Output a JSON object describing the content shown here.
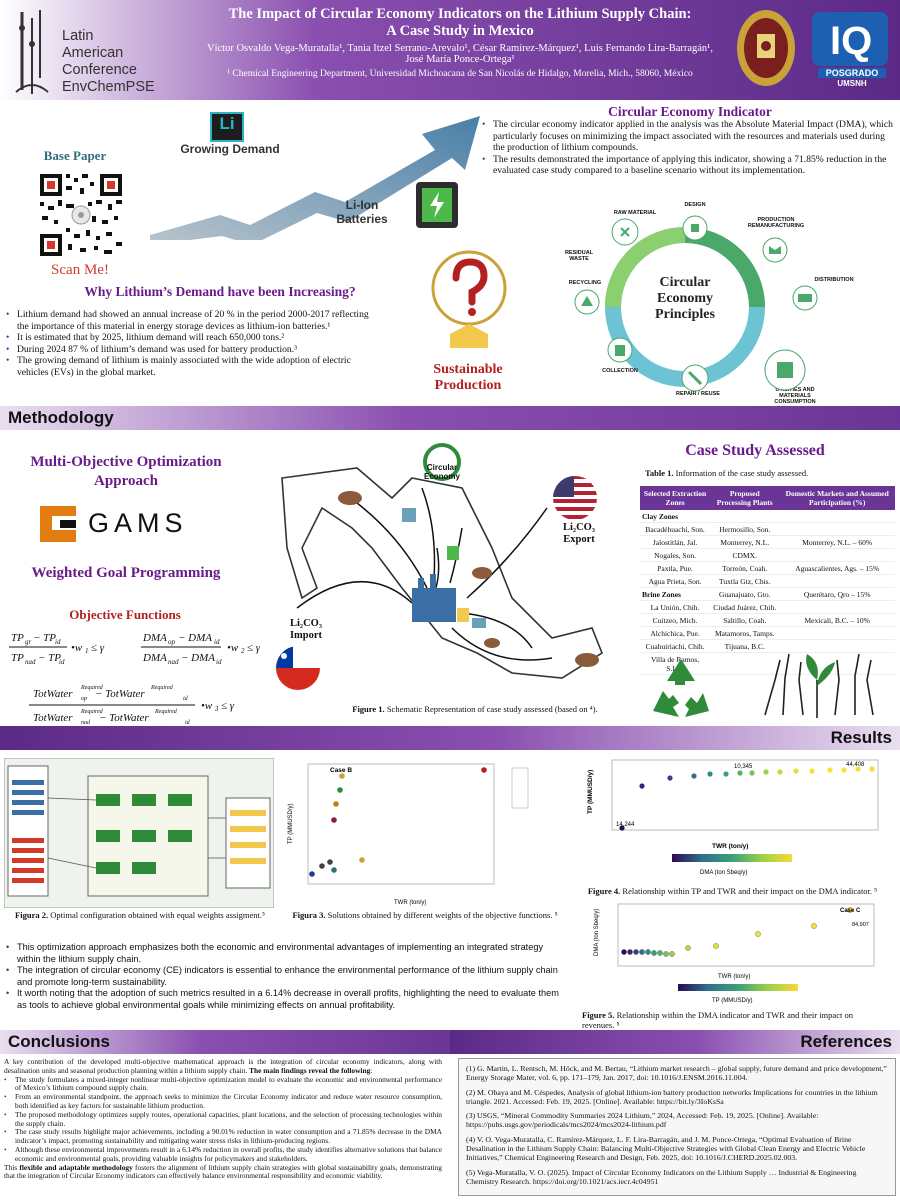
{
  "header": {
    "logo_lines": [
      "Latin",
      "American",
      "Conference",
      "EnvChemPSE"
    ],
    "title_line1": "The Impact of Circular Economy Indicators on the Lithium Supply Chain:",
    "title_line2": "A Case Study in Mexico",
    "authors_line1": "Víctor Osvaldo Vega-Muratalla¹, Tania Itzel Serrano-Arevalo¹, César Ramírez-Márquez¹, Luis Fernando Lira-Barragán¹,",
    "authors_line2": "José María Ponce-Ortega¹",
    "affiliation": "¹ Chemical Engineering Department, Universidad Michoacana de San Nicolás de Hidalgo, Morelia, Mich., 58060, México",
    "posgrado_text": "POSGRADO",
    "umsnh_text": "UMSNH"
  },
  "intro": {
    "li_symbol": "Li",
    "growing_demand": "Growing Demand",
    "li_ion": "Li-Ion",
    "batteries": "Batteries",
    "base_paper": "Base Paper",
    "scan_me": "Scan Me!",
    "why_title": "Why Lithium’s Demand have been Increasing?",
    "why_bullets": [
      "Lithium demand had showed an annual increase of 20 % in the period 2000-2017 reflecting the importance of this material in energy storage devices as lithium-ion batteries.¹",
      "It is estimated that by 2025, lithium demand will reach 650,000 tons.²",
      "During 2024 87 % of lithium’s demand was used for battery production.³",
      "The growing demand of lithium is mainly associated with the wide adoption of electric vehicles (EVs) in the global market."
    ],
    "sustainable_line1": "Sustainable",
    "sustainable_line2": "Production",
    "ce_indicator_title": "Circular Economy Indicator",
    "ce_bullets": [
      "The circular economy indicator applied in the analysis was the Absolute Material Impact (DMA), which particularly focuses on minimizing the impact associated with the resources and materials used during the production of lithium compounds.",
      "The results demonstrated the importance of applying this indicator, showing a 71.85% reduction in the evaluated case study compared to a baseline scenario without its implementation."
    ],
    "ce_principles": [
      "Circular",
      "Economy",
      "Principles"
    ],
    "ce_steps": [
      "RAW MATERIAL",
      "DESIGN",
      "PRODUCTION REMANUFACTURING",
      "DISTRIBUTION",
      "UTILITIES AND MATERIALS CONSUMPTION",
      "REPAIR / REUSE",
      "COLLECTION",
      "RECYCLING",
      "RESIDUAL WASTE"
    ]
  },
  "methodology": {
    "header": "Methodology",
    "mo_title_line1": "Multi-Objective Optimization",
    "mo_title_line2": "Approach",
    "gams": "GAMS",
    "wgp": "Weighted Goal Programming",
    "obj_title": "Objective Functions",
    "circular_economy": [
      "Circular",
      "Economy"
    ],
    "li2co3_export": [
      "Li₂CO₃",
      "Export"
    ],
    "li2co3_import": [
      "Li₂CO₃",
      "Import"
    ],
    "fig1_caption_bold": "Figure 1.",
    "fig1_caption": " Schematic Representation of case study assessed (based on ⁴).",
    "case_title": "Case Study Assessed",
    "table_caption_bold": "Table 1.",
    "table_caption": " Information of the case study assessed.",
    "table_headers": [
      "Selected Extraction Zones",
      "Proposed Processing Plants",
      "Domestic Markets and Assumed Participation (%)"
    ],
    "table_group1": "Clay Zones",
    "table_rows1": [
      [
        "Bacadéhuachi, Son.",
        "Hermosillo, Son.",
        ""
      ],
      [
        "Jalostitlán, Jal.",
        "Monterrey, N.L.",
        "Monterrey, N.L. – 60%"
      ],
      [
        "Nogales, Son.",
        "CDMX.",
        ""
      ],
      [
        "Paxtla, Pue.",
        "Torreón, Coah.",
        "Aguascalientes, Ags. – 15%"
      ],
      [
        "Agua Prieta, Son.",
        "Tuxtla Gtz, Chis.",
        ""
      ]
    ],
    "table_group2": "Brine Zones",
    "table_rows2": [
      [
        "",
        "Guanajuato, Gto.",
        "Querétaro, Qro – 15%"
      ],
      [
        "La Unión, Chih.",
        "Ciudad Juárez, Chih.",
        ""
      ],
      [
        "Cuitzeo, Mich.",
        "Saltillo, Coah.",
        "Mexicali, B.C. – 10%"
      ],
      [
        "Alchichica, Pue.",
        "Matamoros, Tamps.",
        ""
      ],
      [
        "Cuahuiriachi, Chih.",
        "Tijuana, B.C.",
        ""
      ],
      [
        "Villa de Ramos, S.L.P.",
        "",
        ""
      ]
    ]
  },
  "results": {
    "header": "Results",
    "fig2_caption_bold": "Figura 2.",
    "fig2_caption": " Optimal configuration obtained with equal weights assigment.⁵",
    "fig3_caption_bold": "Figura 3.",
    "fig3_caption": " Solutions obtained by different weights of the objective functions. ⁵",
    "fig4_caption_bold": "Figure 4.",
    "fig4_caption": " Relationship within TP and TWR and their impact on the DMA indicator. ⁵",
    "fig5_caption_bold": "Figure 5.",
    "fig5_caption": " Relationship within the DMA indicator and TWR and their impact on revenues. ⁵",
    "bullets": [
      "This optimization approach emphasizes both the economic and environmental advantages of implementing an integrated strategy within the lithium supply chain.",
      "The integration of circular economy (CE) indicators is essential to enhance the environmental performance of the lithium supply chain and promote long-term sustainability.",
      "It worth noting that the adoption of such metrics resulted in a 6.14% decrease in overall profits, highlighting the need to evaluate them as tools to achieve global environmental goals while minimizing effects on annual profitability."
    ],
    "fig3_xlabel": "TWR (ton/y)",
    "fig3_ylabel": "TP (MMUSD/y)",
    "fig3_case": "Case B",
    "fig4_ylabel": "TP (MMUSD/y)",
    "fig4_xlabel": "TWR (ton/y)",
    "fig4_cb_label": "DMA (ton Sbeq/y)",
    "fig4_label_low": "14,244",
    "fig4_label_mid": "10,345",
    "fig4_label_high": "44,408",
    "fig5_ylabel": "DMA (ton Sbeq/y)",
    "fig5_xlabel": "TWR (ton/y)",
    "fig5_cb_label": "TP (MMUSD/y)",
    "fig5_case": "Case C",
    "fig5_label_high": "84,907"
  },
  "conclusions": {
    "header": "Conclusions",
    "intro": "A key contribution of the developed multi-objective mathematical approach is the integration of circular economy indicators, along with desalination units and seasonal production planning within a lithium supply chain. ",
    "intro_bold": "The main findings reveal the following",
    "bullets": [
      "The study formulates a mixed-integer nonlinear multi-objective optimization model to evaluate the economic and environmental performance of Mexico’s lithium compound supply chain.",
      "From an environmental standpoint, the approach seeks to minimize the Circular Economy indicator and reduce water resource consumption, both identified as key factors for sustainable lithium production.",
      "The proposed methodology optimizes supply routes, operational capacities, plant locations, and the selection of processing technologies within the supply chain.",
      "The case study results highlight major achievements, including a 90.01% reduction in water consumption and a 71.85% decrease in the DMA indicator’s impact, promoting sustainability and mitigating water stress risks in lithium-producing regions.",
      "Although these environmental improvements result in a 6.14% reduction in overall profits, the study identifies alternative solutions that balance economic and environmental goals, providing valuable insights for policymakers and stakeholders."
    ],
    "closing_pre": "This ",
    "closing_bold": "flexible and adaptable methodology",
    "closing_post": " fosters the alignment of lithium supply chain strategies with global sustainability goals, demonstrating that the integration of Circular Economy indicators can effectively balance environmental responsibility and economic viability."
  },
  "references": {
    "header": "References",
    "items": [
      "(1) G. Martin, L. Rentsch, M. Höck, and M. Bertau, “Lithium market research – global supply, future demand and price development,” Energy Storage Mater, vol. 6, pp. 171–179, Jan. 2017, doi: 10.1016/J.ENSM.2016.11.004.",
      "(2) M. Obaya and M. Céspedes, Analysis of global lithium-ion battery production networks Implications for countries in the lithium triangle. 2021. Accessed: Feb. 19, 2025. [Online]. Available: https://bit.ly/3IoKsSa",
      "(3) USGS, “Mineral Commodity Summaries 2024 Lithium,” 2024, Accessed: Feb. 19, 2025. [Online]. Available: https://pubs.usgs.gov/periodicals/mcs2024/mcs2024-lithium.pdf",
      "(4) V. O. Vega-Muratalla, C. Ramírez-Márquez, L. F. Lira-Barragán, and J. M. Ponce-Ortega, “Optimal Evaluation of Brine Desalination in the Lithium Supply Chain: Balancing Multi-Objective Strategies with Global Clean Energy and Electric Vehicle Initiatives,” Chemical Engineering Research and Design, Feb. 2025, doi: 10.1016/J.CHERD.2025.02.003.",
      "(5) Vega-Muratalla, V. O. (2025). Impact of Circular Economy Indicators on the Lithium Supply … Industrial & Engineering Chemistry Research. https://doi.org/10.1021/acs.iecr.4c04951"
    ]
  },
  "colors": {
    "purple": "#6a1b8a",
    "purple_light": "#8a4fb0",
    "teal": "#2f6f7a",
    "green": "#2f8a3a"
  }
}
